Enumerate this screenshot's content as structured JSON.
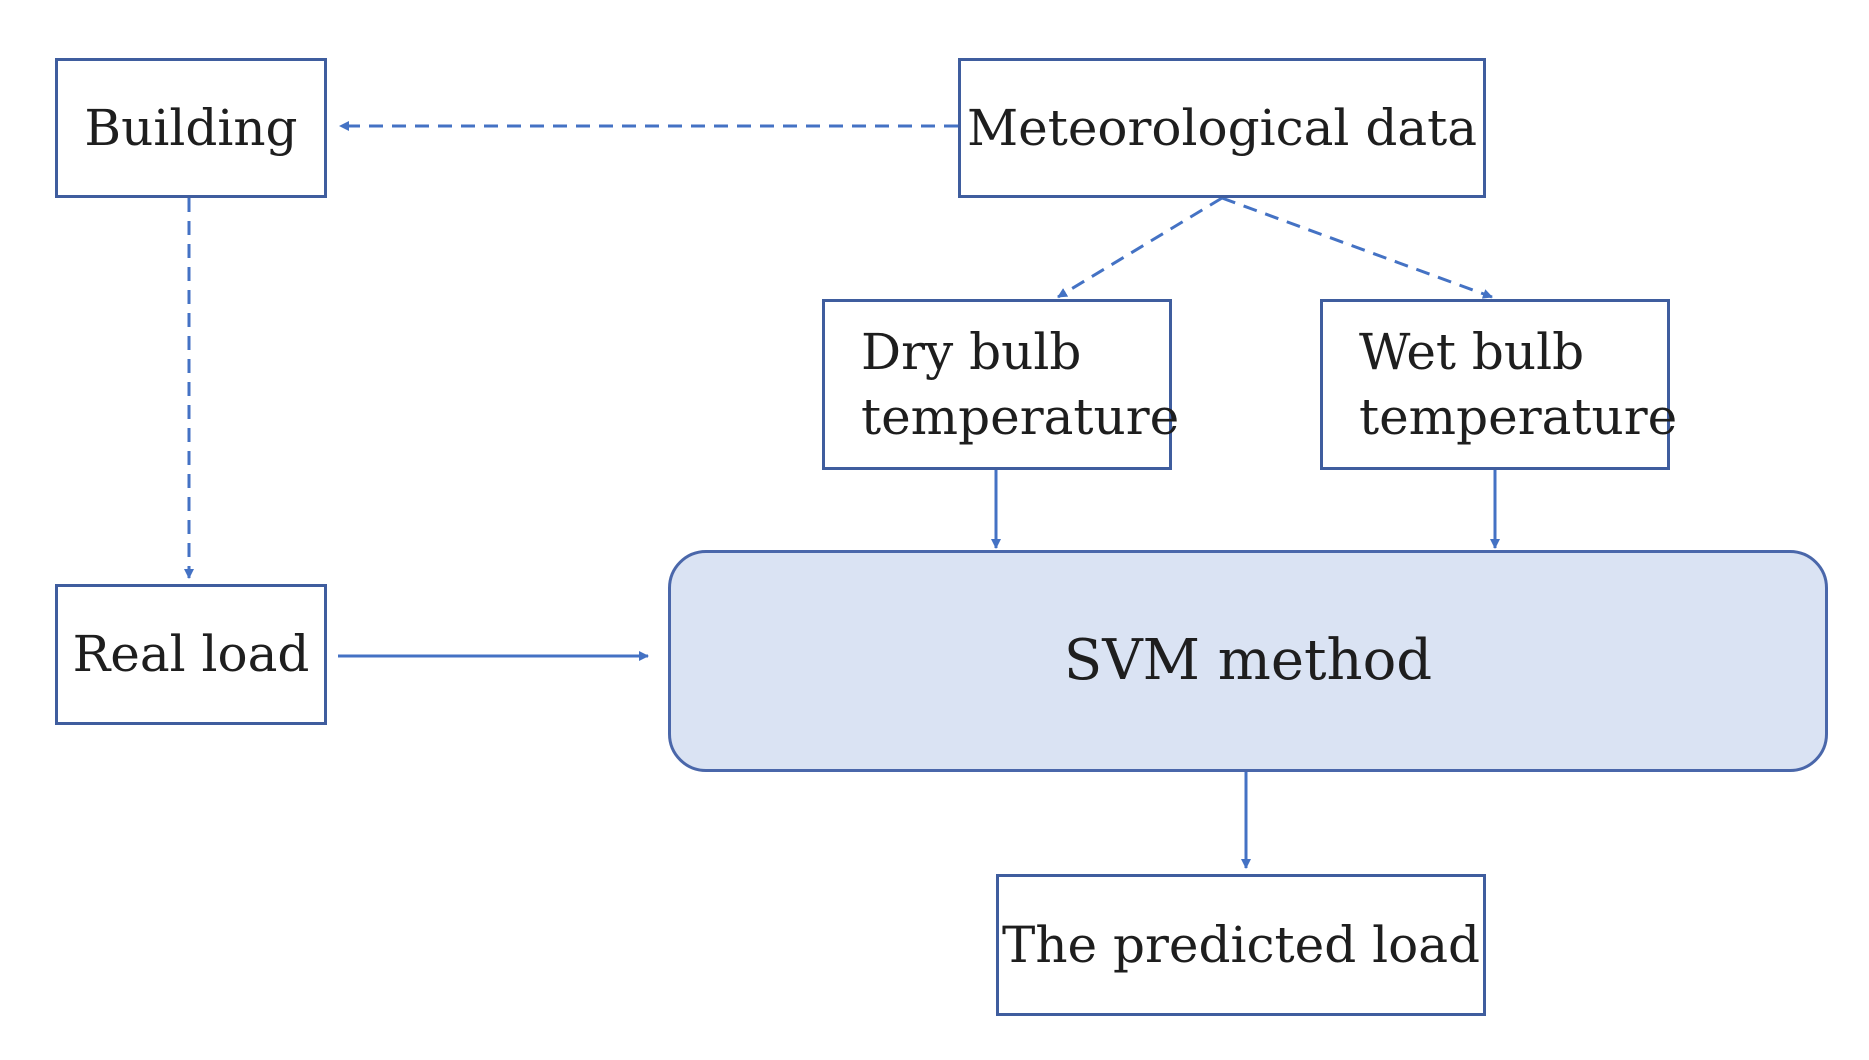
{
  "nodes": {
    "building": "Building",
    "meteorological": "Meteorological data",
    "dry_bulb": {
      "line1": "Dry bulb",
      "line2": "temperature"
    },
    "wet_bulb": {
      "line1": "Wet bulb",
      "line2": "temperature"
    },
    "real_load": "Real load",
    "svm": "SVM method",
    "predicted": "The predicted load"
  },
  "colors": {
    "line": "#4472c4",
    "box_border": "#3f5d9e",
    "svm_fill": "#dae3f3"
  }
}
